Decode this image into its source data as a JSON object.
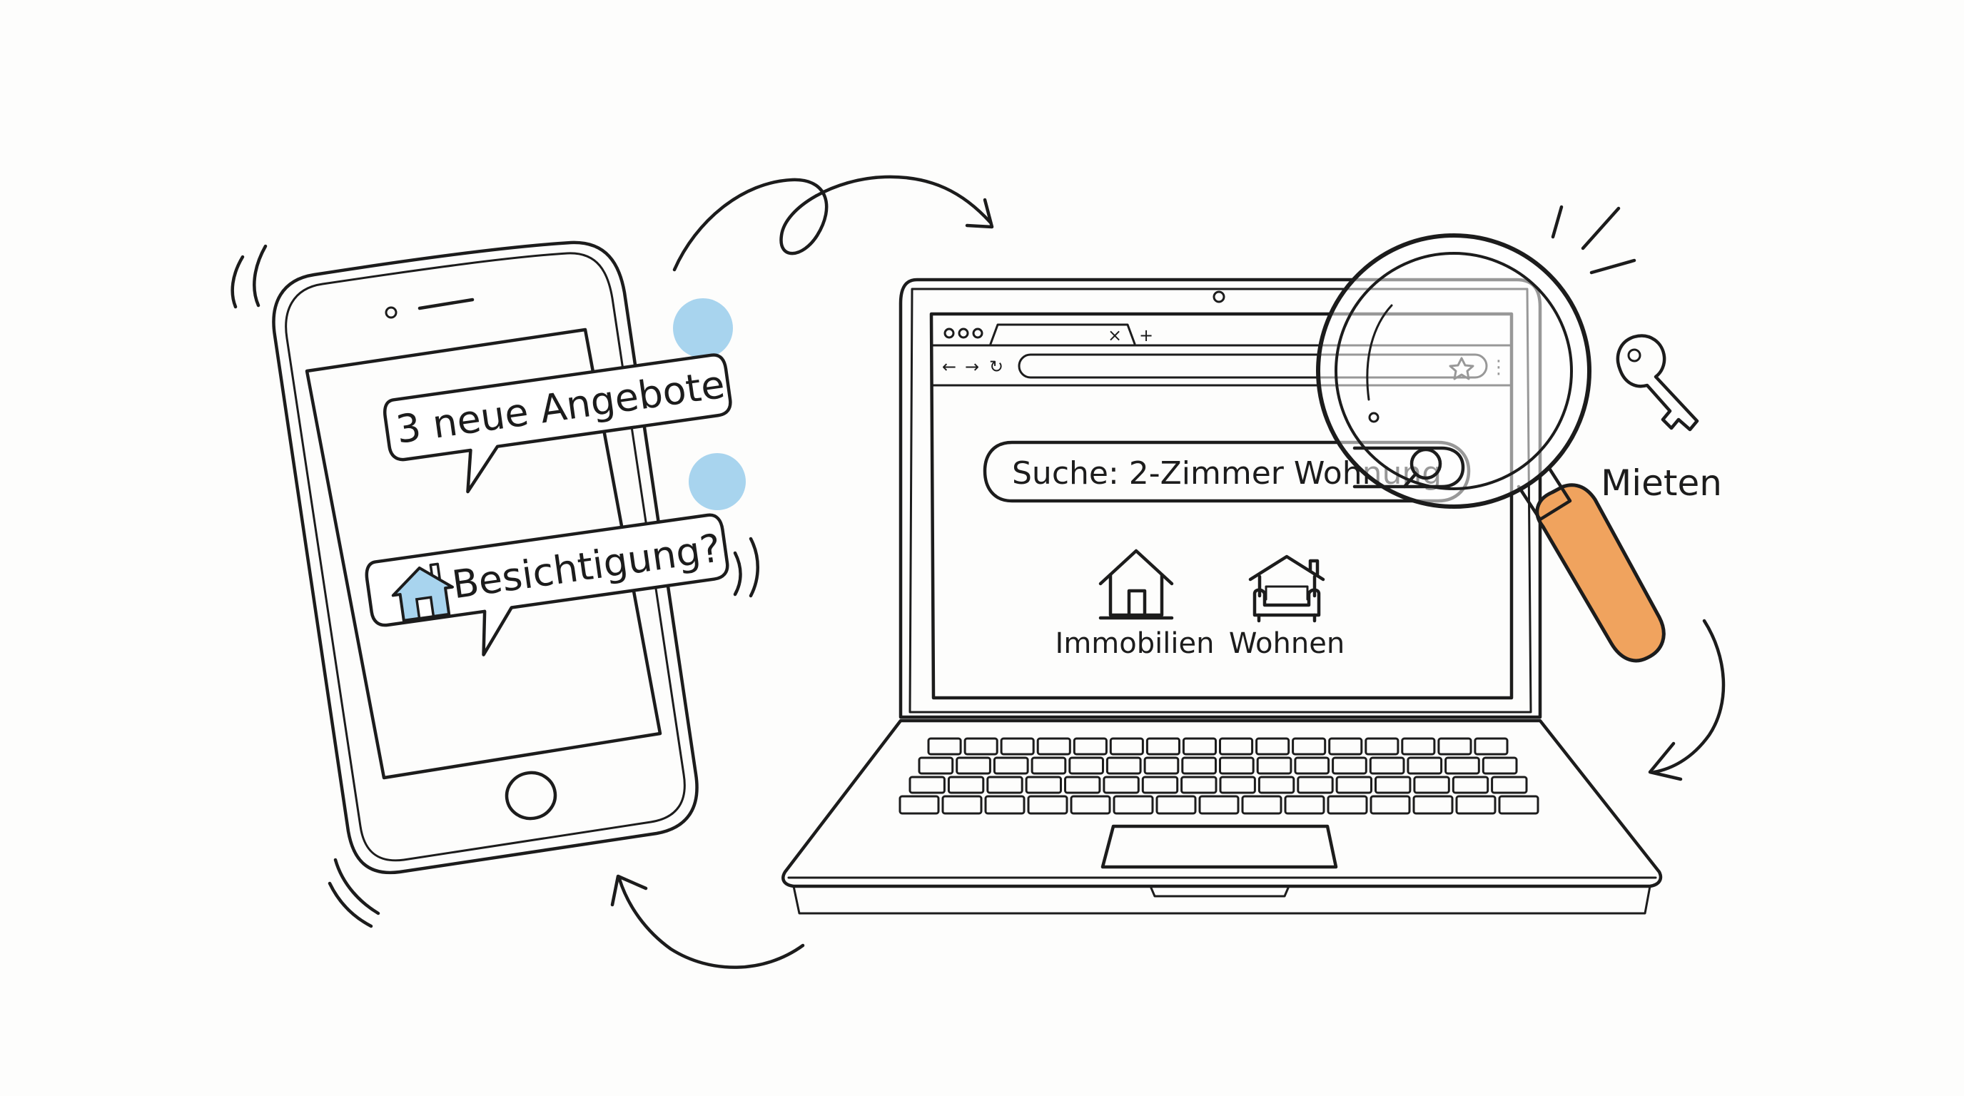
{
  "phone": {
    "bubble_offers": "3 neue Angebote",
    "bubble_viewing": "Besichtigung?"
  },
  "laptop": {
    "browser": {
      "tab_close": "×",
      "tab_new": "+",
      "nav_back": "←",
      "nav_forward": "→",
      "nav_reload": "↻",
      "menu_dots": "⋮"
    },
    "search_text": "Suche: 2-Zimmer Wohnung",
    "categories": [
      {
        "icon": "house-icon",
        "label": "Immobilien"
      },
      {
        "icon": "sofa-icon",
        "label": "Wohnen"
      }
    ]
  },
  "side_label": "Mieten",
  "colors": {
    "ink": "#1c1c1c",
    "accent_blue": "#a8d4ee",
    "accent_orange": "#f0a35e",
    "background": "#fdfdfc"
  }
}
